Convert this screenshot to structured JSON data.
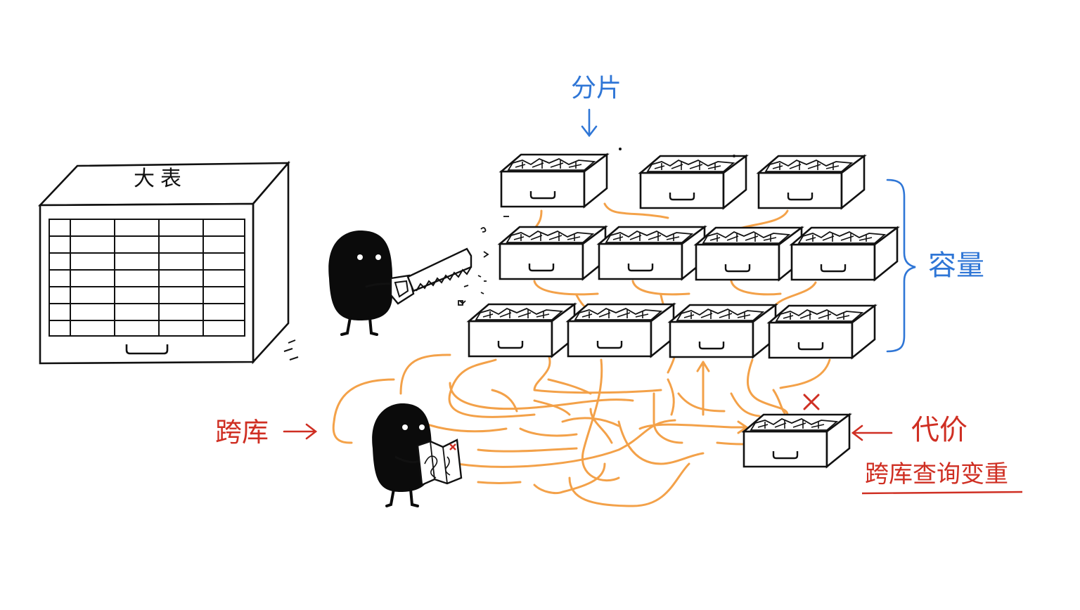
{
  "labels": {
    "big_table": "大表",
    "sharding": "分片",
    "capacity": "容量",
    "cross_db": "跨库",
    "cost": "代价",
    "cost_note": "跨库查询变重"
  },
  "colors": {
    "ink": "#111111",
    "blue": "#2f76d6",
    "red": "#cf2f23",
    "orange": "#f39a3a",
    "character": "#0b0b0b"
  },
  "icons": [
    "big-table-cabinet-icon",
    "saw-character-icon",
    "saw-icon",
    "map-character-icon",
    "map-icon",
    "shard-drawer-icon",
    "brace-icon",
    "arrow-icon",
    "x-mark-icon"
  ]
}
